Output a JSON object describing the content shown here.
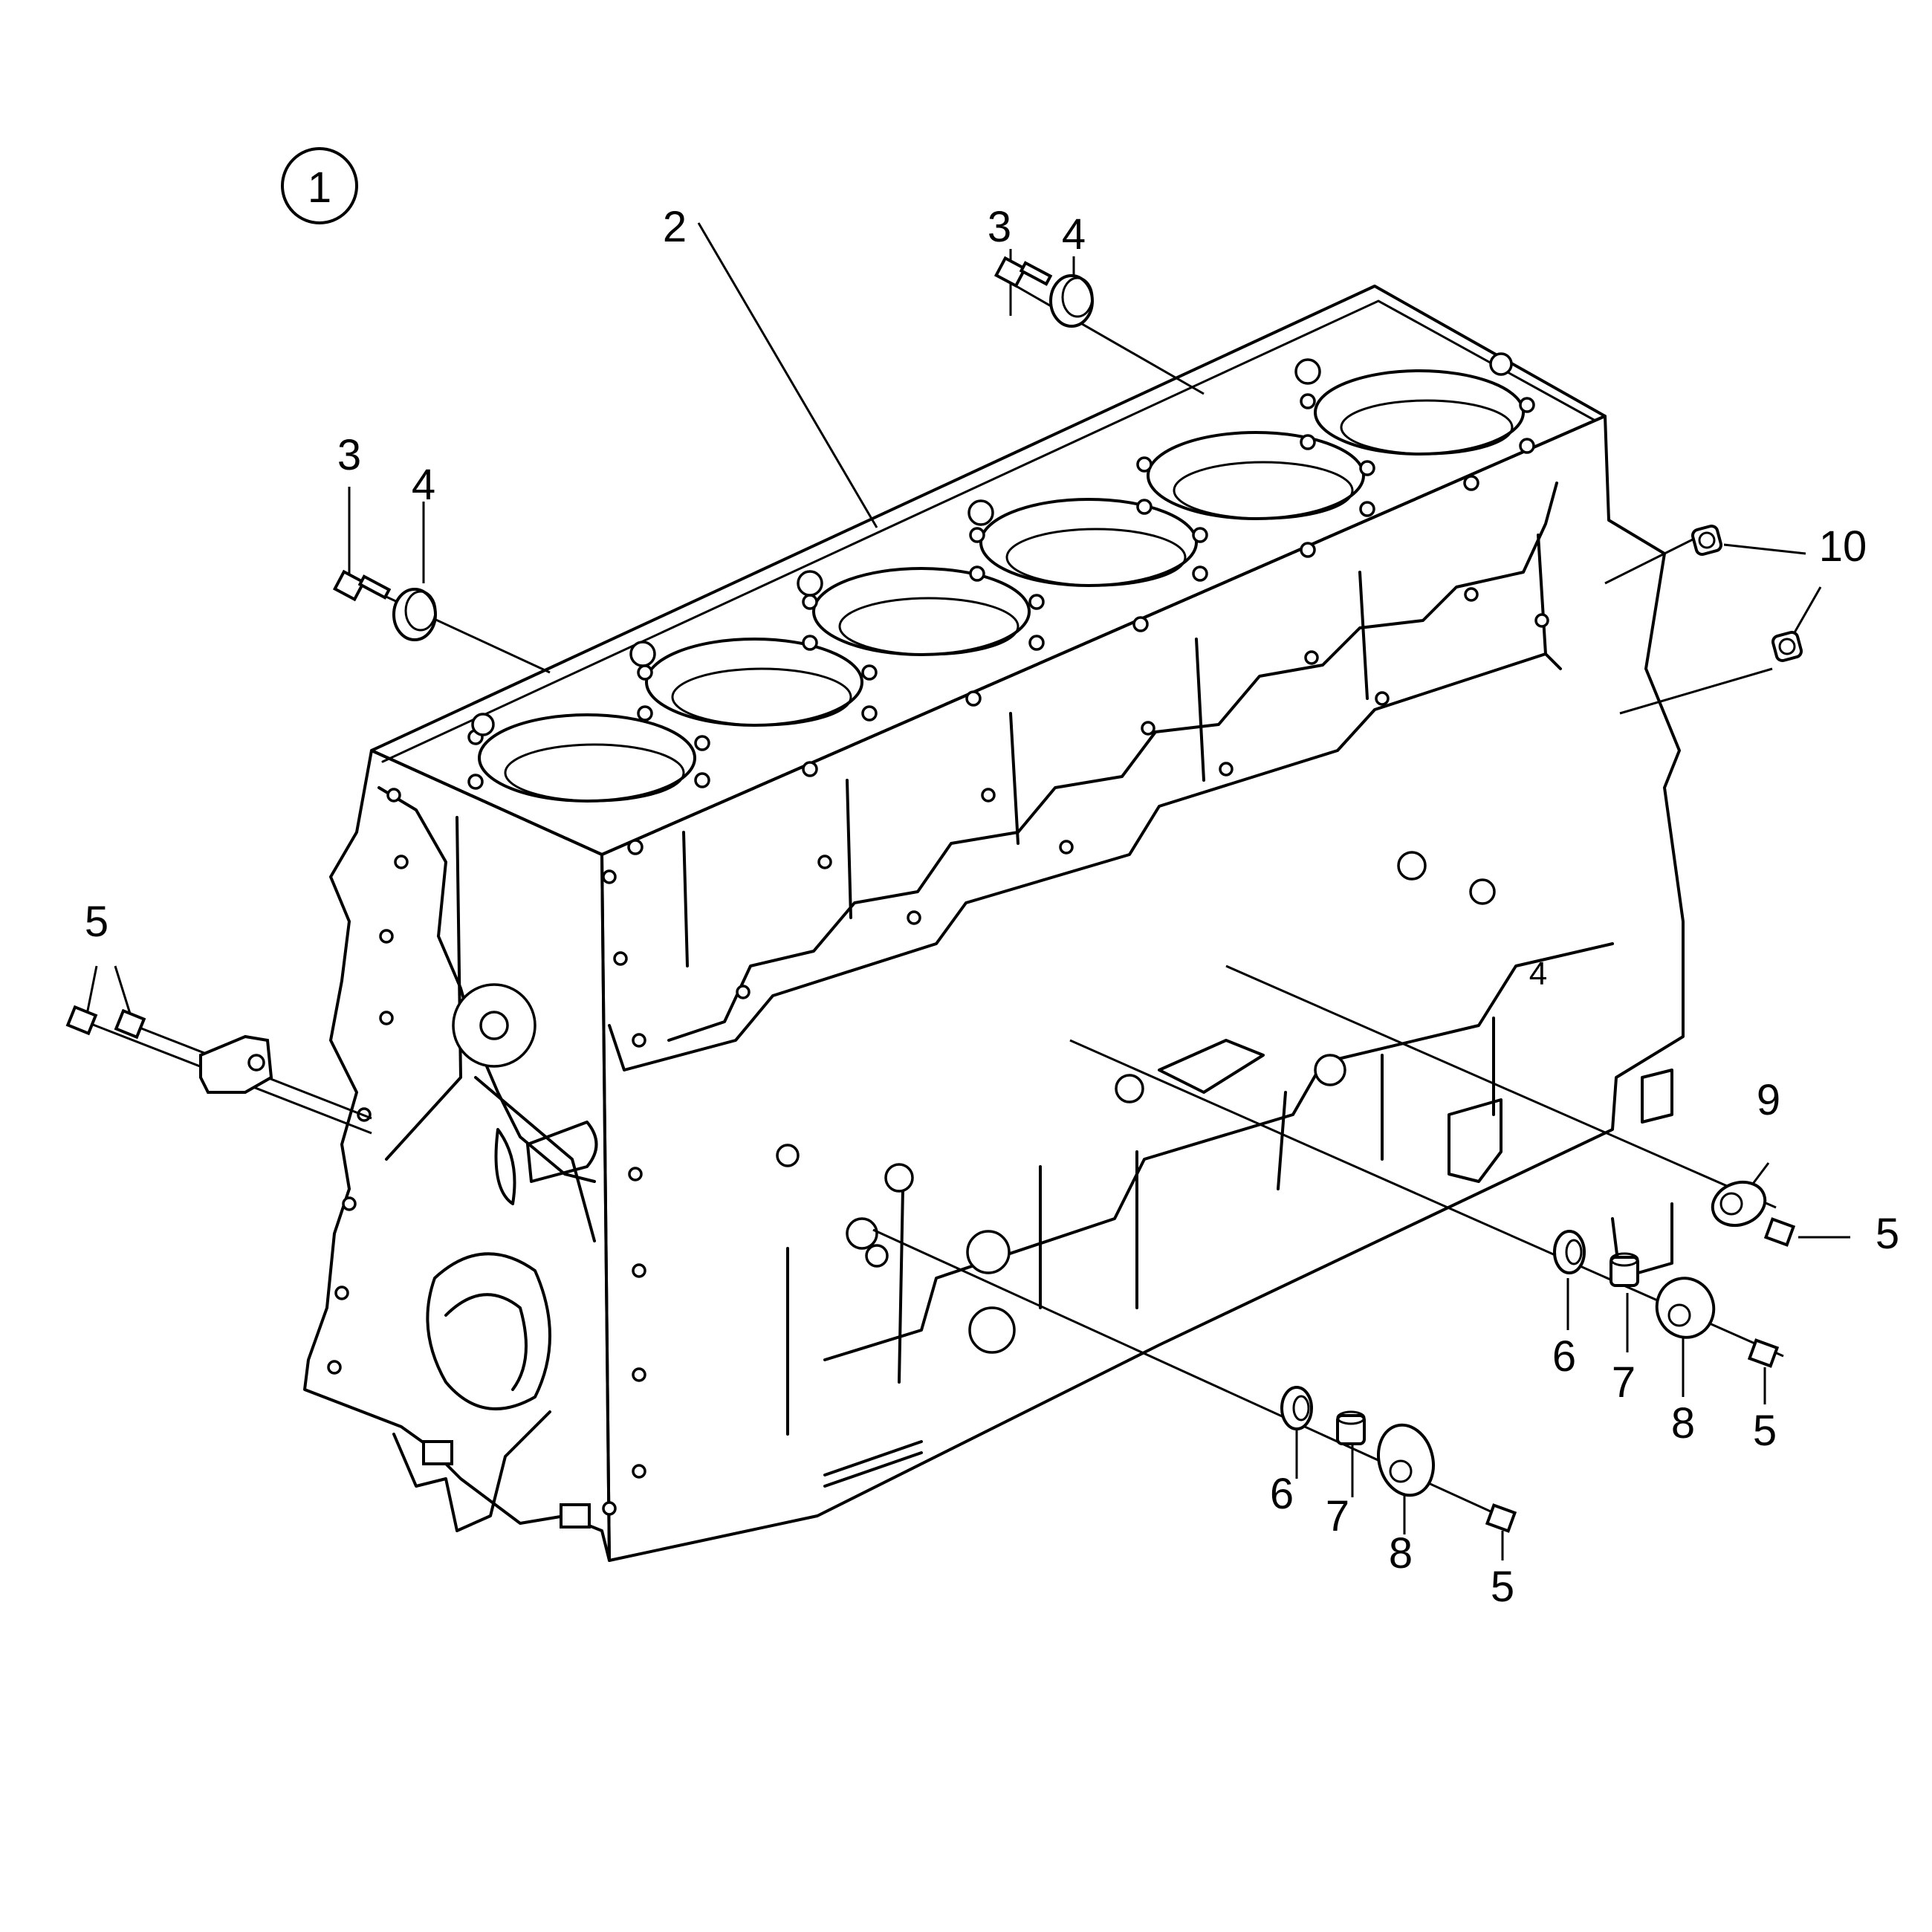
{
  "figure_badge": "1",
  "callouts": {
    "c2": "2",
    "c3a": "3",
    "c4a": "4",
    "c3b": "3",
    "c4b": "4",
    "c5_left_a": "5",
    "c5_left_b": "5",
    "c10a": "10",
    "c10b": "10",
    "c9": "9",
    "c5_right": "5",
    "c6_upper": "6",
    "c7_upper": "7",
    "c8_upper": "8",
    "c5_upper": "5",
    "c6_lower": "6",
    "c7_lower": "7",
    "c8_lower": "8",
    "c5_lower": "5"
  },
  "block_mark": "4"
}
